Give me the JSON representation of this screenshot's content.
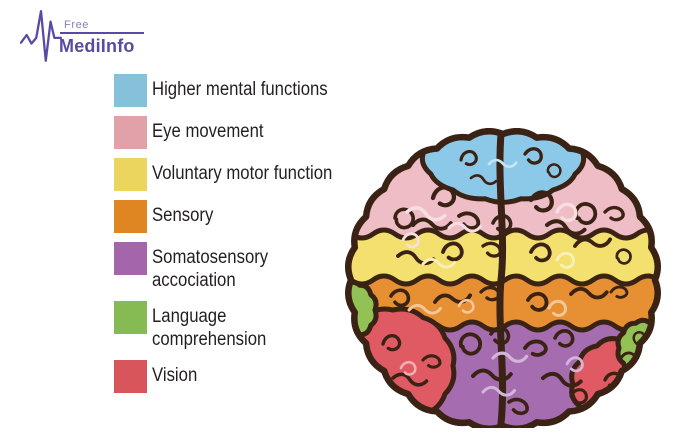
{
  "logo": {
    "top_label": "Free",
    "brand": "MediInfo",
    "brand_color": "#584ba3",
    "free_color": "#8b80bd",
    "accent_color": "#5b4aa5"
  },
  "legend": {
    "items": [
      {
        "id": "higher_mental_functions",
        "label": "Higher mental functions",
        "color": "#85c2da"
      },
      {
        "id": "eye_movement",
        "label": "Eye movement",
        "color": "#e0a1a9"
      },
      {
        "id": "voluntary_motor_function",
        "label": "Voluntary motor function",
        "color": "#ecd55f"
      },
      {
        "id": "sensory",
        "label": "Sensory",
        "color": "#df8521"
      },
      {
        "id": "somatosensory_accociation",
        "label": "Somatosensory\naccociation",
        "color": "#a565aa"
      },
      {
        "id": "language_comprehension",
        "label": "Language\ncomprehension",
        "color": "#86ba52"
      },
      {
        "id": "vision",
        "label": "Vision",
        "color": "#d8555b"
      }
    ]
  },
  "brain": {
    "description": "Top view cartoon brain with color-coded functional regions",
    "outline_color": "#3a2315",
    "region_colors": {
      "higher_mental_functions": "#8cc9e8",
      "eye_movement": "#efbdc5",
      "voluntary_motor_function": "#f3e06e",
      "sensory": "#e78f33",
      "somatosensory_accociation": "#a56cb0",
      "language_comprehension": "#92c155",
      "vision": "#e05a64"
    }
  }
}
